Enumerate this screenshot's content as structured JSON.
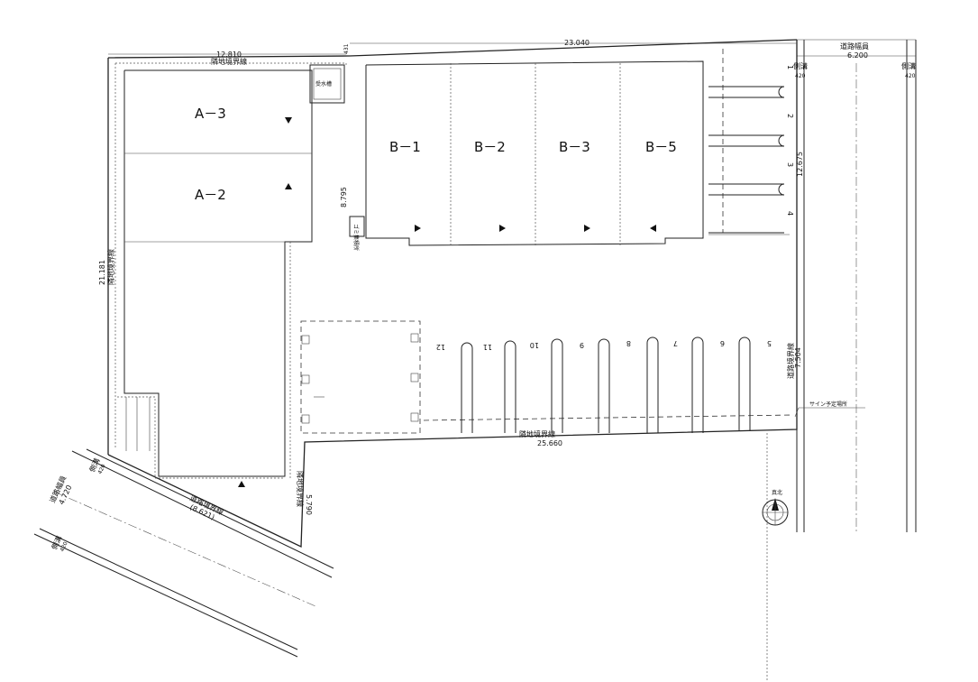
{
  "units": {
    "a3": "A－3",
    "a2": "A－2",
    "b1": "B－1",
    "b2": "B－2",
    "b3": "B－3",
    "b5": "B－5"
  },
  "dimensions": {
    "top_left": "12.810",
    "top_small": "431",
    "top_right": "23.040",
    "road_width_right": "6.200",
    "road_width_left": "4.720",
    "left_vertical": "21.181",
    "building_b": "8.795",
    "right_upper": "12.675",
    "right_lower": "7.504",
    "bottom": "25.660",
    "diag_bottom": "5.790",
    "diag_lower": "(8.621)",
    "ditch_right_1": "420",
    "ditch_right_2": "420",
    "ditch_left_1": "420",
    "ditch_left_2": "420"
  },
  "labels": {
    "boundary_top": "隣地境界線",
    "boundary_left": "隣地境界線",
    "boundary_bottom": "隣地境界線",
    "boundary_diag": "隣地境界線",
    "road_boundary_right": "道路境界線",
    "road_boundary_diag": "道路境界線",
    "road_width_right": "道路幅員",
    "road_width_left": "道路幅員",
    "ditch_right_1": "側溝",
    "ditch_right_2": "側溝",
    "ditch_left_1": "側溝",
    "ditch_left_2": "側溝",
    "water_tank": "受水槽",
    "garbage": "ゴミ集積所",
    "sign": "サイン予定場所",
    "north": "真北"
  },
  "parking_top": [
    "1",
    "2",
    "3",
    "4"
  ],
  "parking_bottom": [
    "12",
    "11",
    "10",
    "9",
    "8",
    "7",
    "6",
    "5"
  ]
}
